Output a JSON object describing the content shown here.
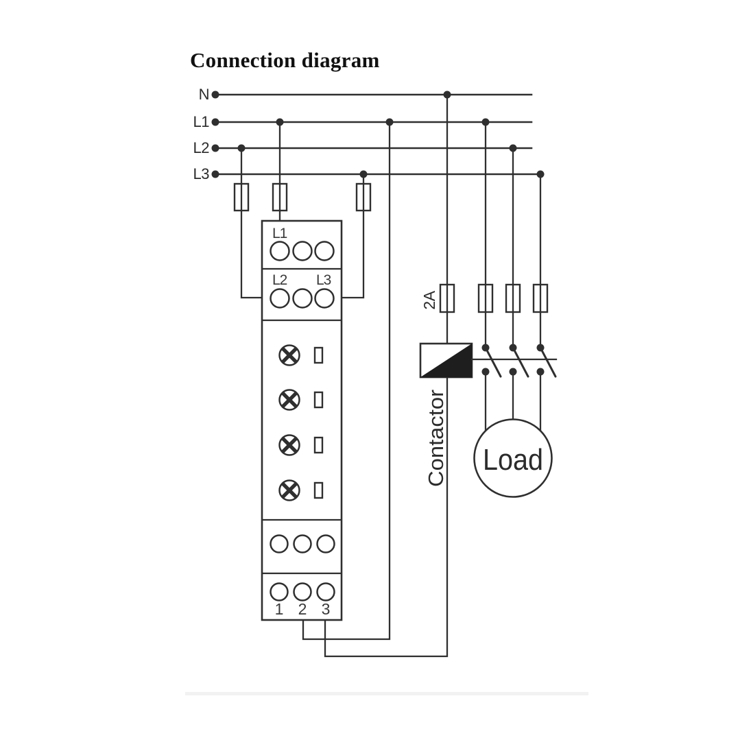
{
  "title": "Connection diagram",
  "colors": {
    "diagram_line": "#2f2f2f",
    "text": "#2b2b2b",
    "coil_fill": "#1e1e1e",
    "background": "#ffffff"
  },
  "supply_lines": {
    "neutral": "N",
    "phase1": "L1",
    "phase2": "L2",
    "phase3": "L3"
  },
  "monitor_device": {
    "input_terminal_top": "L1",
    "input_terminal_left": "L2",
    "input_terminal_right": "L3",
    "output_terminals": [
      "1",
      "2",
      "3"
    ],
    "indicator_lamp_count": 4
  },
  "control_circuit": {
    "fuse_rating": "2A",
    "contactor_label": "Contactor"
  },
  "load": {
    "label": "Load"
  }
}
